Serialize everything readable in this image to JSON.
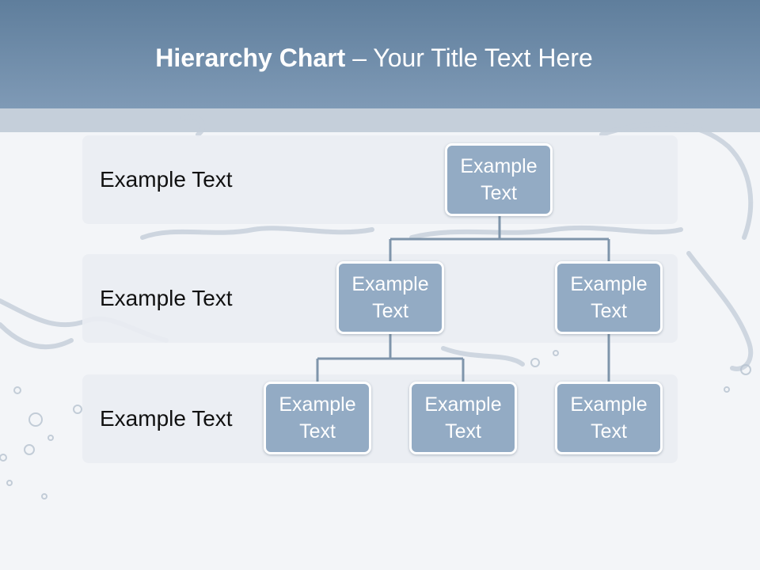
{
  "title": {
    "bold": "Hierarchy Chart",
    "rest": " – Your Title Text Here"
  },
  "levels": [
    {
      "label": "Example Text"
    },
    {
      "label": "Example Text"
    },
    {
      "label": "Example Text"
    }
  ],
  "nodes": {
    "root": "Example Text",
    "level2_left": "Example Text",
    "level2_right": "Example Text",
    "level3_left_a": "Example Text",
    "level3_left_b": "Example Text",
    "level3_right": "Example Text"
  },
  "colors": {
    "header": "#6f8dab",
    "node_fill": "#93abc4",
    "connector": "#7f95ab",
    "band": "#e9edf2"
  }
}
